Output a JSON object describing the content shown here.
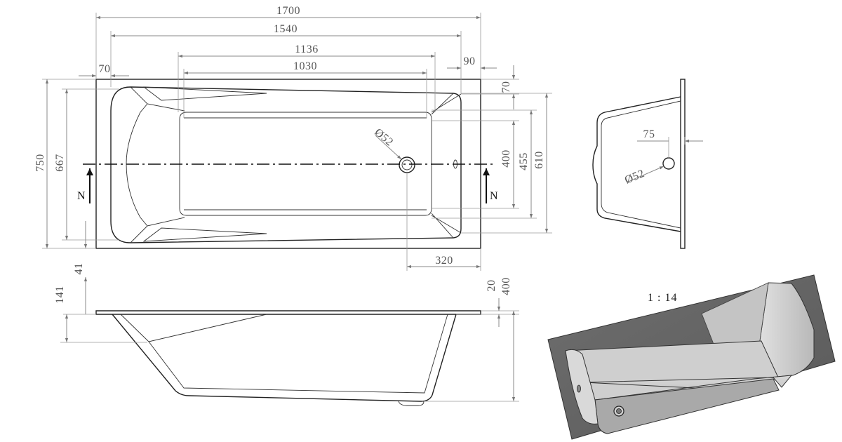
{
  "dimensions": {
    "overall_length": "1700",
    "inner_length": "1540",
    "bottom_length": "1136",
    "flat_length": "1030",
    "left_rim": "70",
    "right_rim": "90",
    "top_rim": "70",
    "overall_width": "750",
    "inner_width": "667",
    "bottom_width": "400",
    "mid_width": "455",
    "rim_width": "610",
    "drain_diameter": "Ø52",
    "drain_offset": "320",
    "bottom_clearance": "41",
    "side_height": "141",
    "rim_thickness": "20",
    "total_depth": "400",
    "end_offset": "75",
    "end_drain_diameter": "Ø52"
  },
  "section_labels": {
    "left": "N",
    "right": "N"
  },
  "scale_label": "1 : 14"
}
